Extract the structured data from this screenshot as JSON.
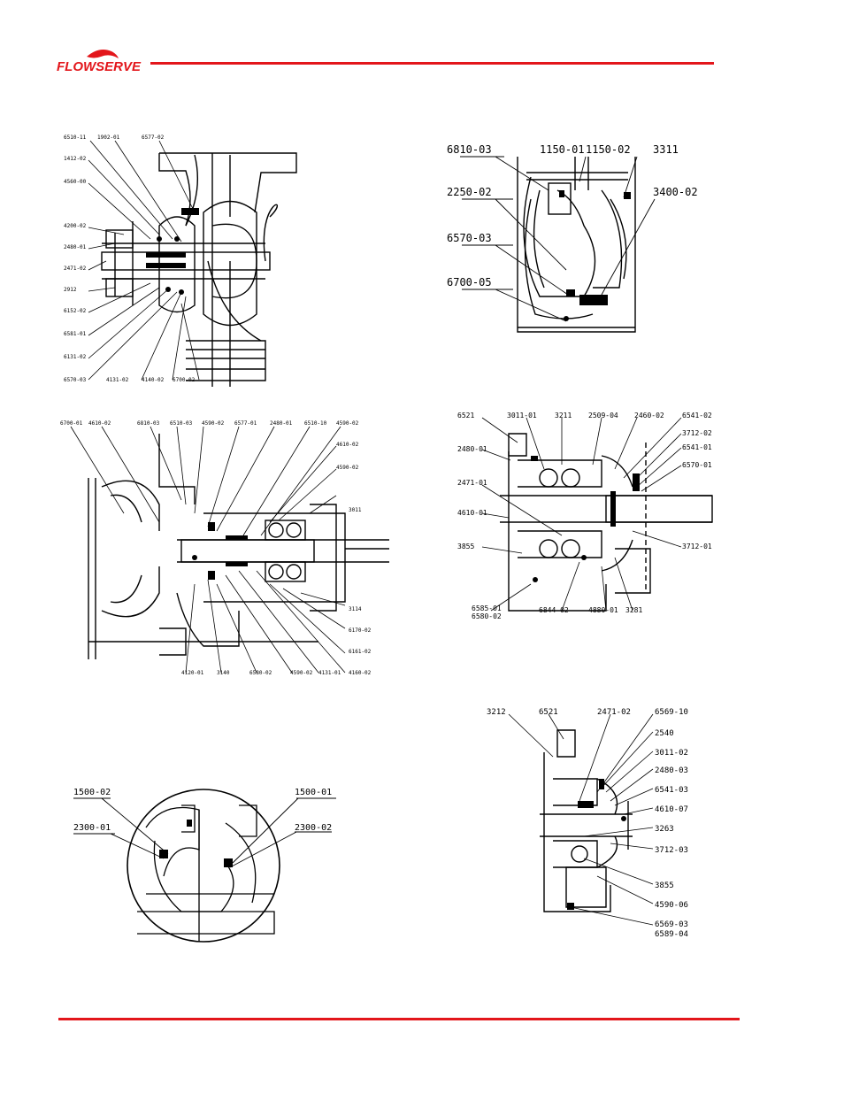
{
  "header": {
    "logo_text": "FLOWSERVE",
    "brand_color": "#e3161b"
  },
  "figure1": {
    "labels": [
      "6510-11",
      "1902-01",
      "6577-02",
      "1412-02",
      "4560-00",
      "4200-02",
      "2480-01",
      "2471-02",
      "2912",
      "6152-02",
      "6581-01",
      "6131-02",
      "6570-03",
      "4131-02",
      "4140-02",
      "6700-02"
    ]
  },
  "figure2": {
    "labels": [
      "6810-03",
      "1150-01",
      "1150-02",
      "3311",
      "2250-02",
      "3400-02",
      "6570-03",
      "6700-05"
    ]
  },
  "figure3": {
    "labels": [
      "6700-01",
      "4610-02",
      "6810-03",
      "6510-03",
      "4590-02",
      "6577-01",
      "2480-01",
      "6510-10",
      "4590-02",
      "4610-02",
      "4590-02",
      "3011",
      "3114",
      "6170-02",
      "6161-02",
      "4160-02",
      "4131-01",
      "4590-02",
      "6580-02",
      "3140",
      "4120-01"
    ]
  },
  "figure4": {
    "labels": [
      "6521",
      "3011-01",
      "3211",
      "2509-04",
      "2460-02",
      "6541-02",
      "3712-02",
      "6541-01",
      "6570-01",
      "2480-01",
      "2471-01",
      "4610-01",
      "3855",
      "3712-01",
      "6585-01",
      "6580-02",
      "6844-02",
      "4880-01",
      "3281"
    ]
  },
  "figure5": {
    "labels": [
      "1500-02",
      "1500-01",
      "2300-01",
      "2300-02"
    ]
  },
  "figure6": {
    "labels": [
      "3212",
      "6521",
      "2471-02",
      "6569-10",
      "2540",
      "3011-02",
      "2480-03",
      "6541-03",
      "4610-07",
      "3263",
      "3712-03",
      "3855",
      "4590-06",
      "6569-03",
      "6589-04"
    ]
  }
}
